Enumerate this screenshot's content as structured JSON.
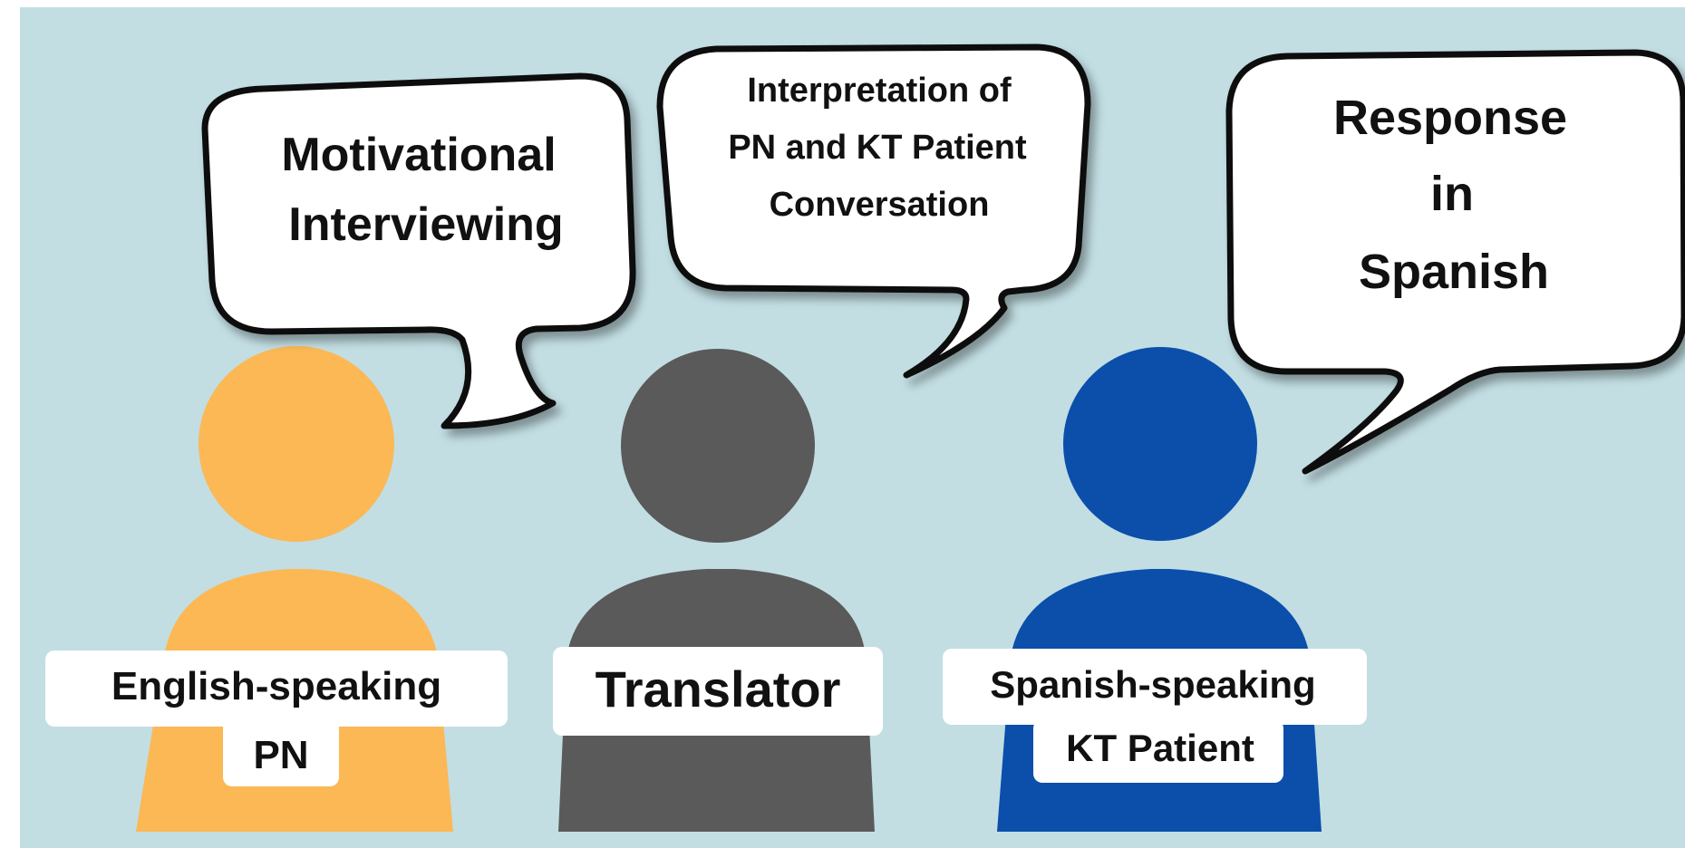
{
  "colors": {
    "background": "#c2dee3",
    "pn": "#fbb855",
    "translator": "#5a5a5a",
    "patient": "#0b4fab",
    "bubble_fill": "#ffffff",
    "bubble_stroke": "#111111",
    "label_fill": "#ffffff"
  },
  "bubbles": {
    "pn": {
      "lines": [
        "Motivational",
        "Interviewing"
      ]
    },
    "translator": {
      "lines": [
        "Interpretation of",
        "PN and KT Patient",
        "Conversation"
      ]
    },
    "patient": {
      "lines": [
        "Response",
        "in",
        "Spanish"
      ]
    }
  },
  "people": {
    "pn": {
      "label_lines": [
        "English-speaking",
        "PN"
      ]
    },
    "translator": {
      "label_lines": [
        "Translator"
      ]
    },
    "patient": {
      "label_lines": [
        "Spanish-speaking",
        "KT Patient"
      ]
    }
  },
  "icons": {
    "pn": "person-icon",
    "translator": "person-icon",
    "patient": "person-icon"
  }
}
